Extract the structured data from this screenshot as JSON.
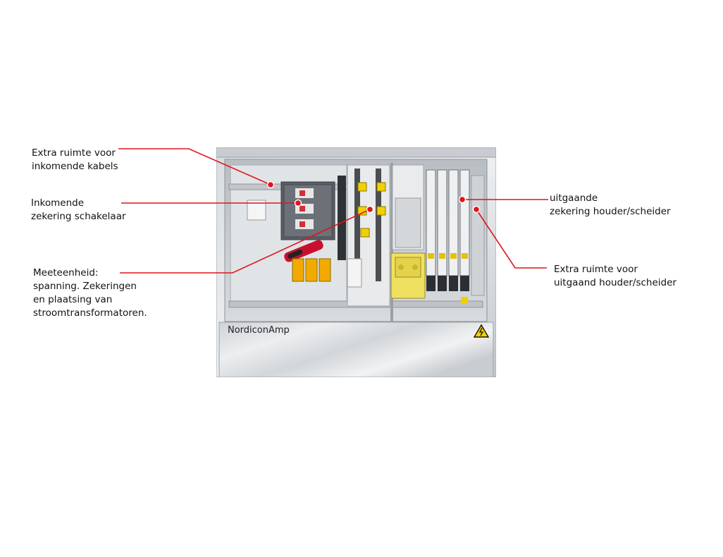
{
  "brand": "NordiconAmp",
  "accent_color": "#e0141e",
  "callouts": [
    {
      "id": "extra-incoming",
      "lines": [
        "Extra ruimte voor",
        "inkomende kabels"
      ]
    },
    {
      "id": "incoming-switch",
      "lines": [
        "Inkomende",
        "zekering schakelaar"
      ]
    },
    {
      "id": "metering",
      "lines": [
        "Meeteenheid:",
        "spanning. Zekeringen",
        "en plaatsing van",
        "stroomtransformatoren."
      ]
    },
    {
      "id": "outgoing-holder",
      "lines": [
        "uitgaande",
        "zekering houder/scheider"
      ]
    },
    {
      "id": "extra-outgoing",
      "lines": [
        "Extra ruimte voor",
        "uitgaand houder/scheider"
      ]
    }
  ],
  "icons": [
    "warning-high-voltage-icon"
  ]
}
